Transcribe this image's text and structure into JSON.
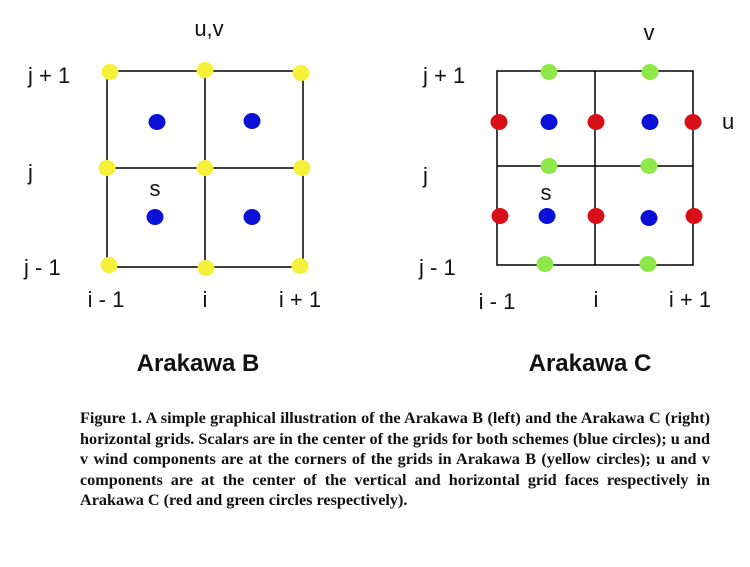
{
  "colors": {
    "scalar": "#0b10d6",
    "corner_wind": "#f5f03a",
    "u_wind": "#d80f16",
    "v_wind": "#8ee84a",
    "grid_line": "#000000"
  },
  "arakawa_b": {
    "title": "Arakawa B",
    "top_label": "u,v",
    "scalar_label": "s",
    "row_labels": [
      "j + 1",
      "j",
      "j - 1"
    ],
    "col_labels": [
      "i - 1",
      "i",
      "i + 1"
    ]
  },
  "arakawa_c": {
    "title": "Arakawa C",
    "top_label": "v",
    "side_label": "u",
    "scalar_label": "s",
    "row_labels": [
      "j + 1",
      "j",
      "j - 1"
    ],
    "col_labels": [
      "i - 1",
      "i",
      "i + 1"
    ]
  },
  "caption": "Figure 1. A simple graphical illustration of the Arakawa B (left) and the Arakawa C (right) horizontal grids. Scalars are in the center of the grids for both schemes (blue circles); u and v wind components are at the corners of the grids in Arakawa B (yellow circles); u and v components are at the center of the vertical and horizontal grid faces respectively in Arakawa C (red and green circles respectively)."
}
